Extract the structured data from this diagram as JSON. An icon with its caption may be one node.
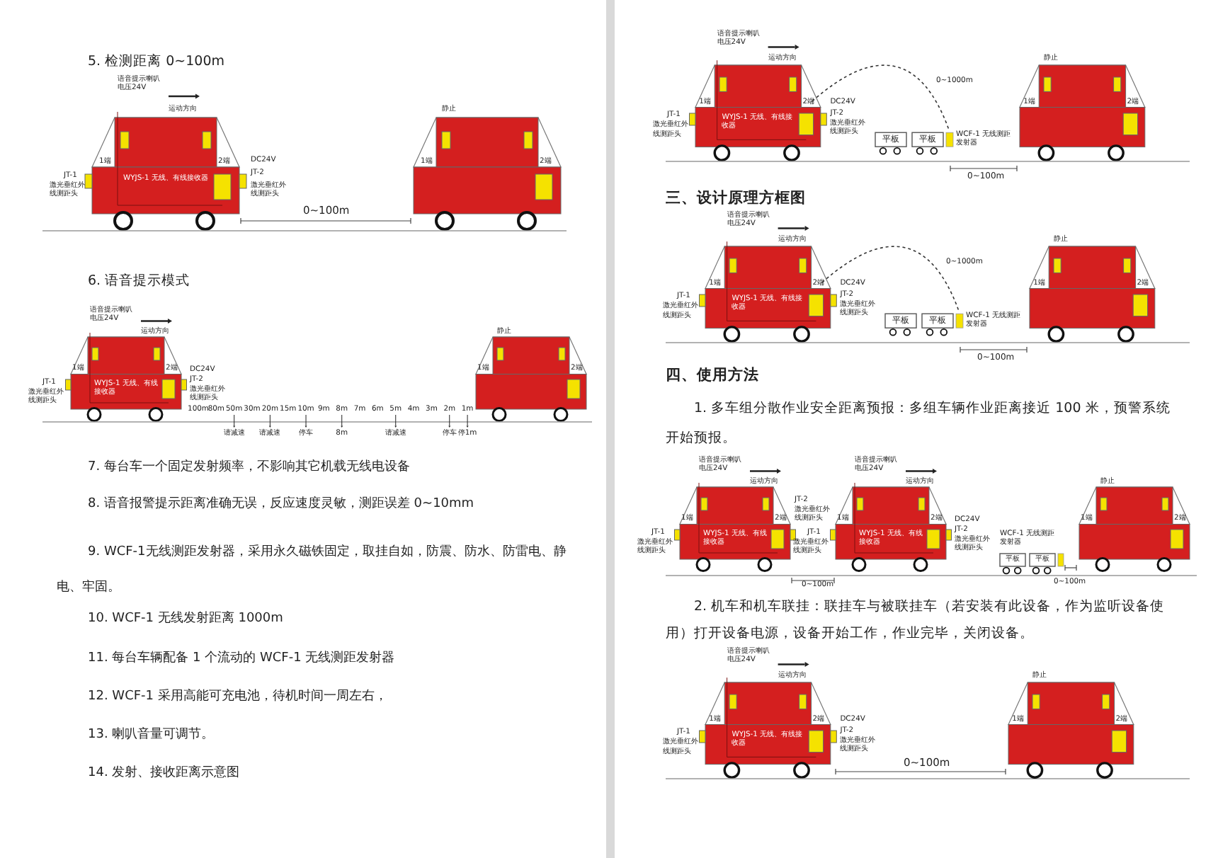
{
  "diagram": {
    "labels": [
      "5. 检测距离 0~100m",
      "语音提示喇叭电压24V",
      "运动方向",
      "1端",
      "2端",
      "JT-1",
      "激光垂红外线测距头",
      "WYJS-1 无线、有线接收器",
      "DC24V",
      "JT-2",
      "激光垂红外线测距头",
      "静止",
      "1端",
      "2端",
      "0~100m",
      "6. 语音提示模式",
      "语音提示喇叭电压24V",
      "运动方向",
      "1端",
      "2端",
      "JT-1",
      "激光垂红外线测距头",
      "WYJS-1 无线、有线接收器",
      "DC24V",
      "JT-2",
      "激光垂红外线测距头",
      "静止",
      "1端",
      "2端",
      "100m",
      "80m",
      "50m",
      "30m",
      "20m",
      "15m",
      "10m",
      "9m",
      "8m",
      "7m",
      "6m",
      "5m",
      "4m",
      "3m",
      "2m",
      "1m",
      "请减速",
      "请减速",
      "停车",
      "8m",
      "请减速",
      "停车",
      "停1m",
      "7. 每台车一个固定发射频率，不影响其它机载无线电设备",
      "8. 语音报警提示距离准确无误，反应速度灵敏，测距误差 0~10mm",
      "9.  WCF-1无线测距发射器，采用永久磁铁固定，取挂自如，防震、防水、防雷电、静电、牢固。",
      "10.  WCF-1 无线发射距离 1000m",
      "11. 每台车辆配备 1 个流动的 WCF-1 无线测距发射器",
      "12.  WCF-1 采用高能可充电池，待机时间一周左右，",
      "13.  喇叭音量可调节。",
      "14. 发射、接收距离示意图",
      "语音提示喇叭电压24V",
      "运动方向",
      "1端",
      "2端",
      "JT-1",
      "激光垂红外线测距头",
      "WYJS-1 无线、有线接收器",
      "DC24V",
      "JT-2",
      "激光垂红外线测距头",
      "0~1000m",
      "平板",
      "平板",
      "WCF-1 无线测距发射器",
      "0~100m",
      "静止",
      "1端",
      "2端",
      "三、设计原理方框图",
      "语音提示喇叭电压24V",
      "运动方向",
      "1端",
      "2端",
      "JT-1",
      "激光垂红外线测距头",
      "WYJS-1 无线、有线接收器",
      "DC24V",
      "JT-2",
      "激光垂红外线测距头",
      "0~1000m",
      "平板",
      "平板",
      "WCF-1 无线测距发射器",
      "0~100m",
      "静止",
      "1端",
      "2端",
      "四、使用方法",
      "1. 多车组分散作业安全距离预报：多组车辆作业距离接近 100 米，预警系统开始预报。",
      "语音提示喇叭电压24V",
      "运动方向",
      "1端",
      "2端",
      "JT-1",
      "激光垂红外线测距头",
      "WYJS-1 无线、有线接收器",
      "JT-2",
      "激光垂红外线测距头",
      "0~100m",
      "语音提示喇叭电压24V",
      "运动方向",
      "1端",
      "2端",
      "JT-1",
      "激光垂红外线测距头",
      "WYJS-1 无线、有线接收器",
      "DC24V",
      "JT-2",
      "激光垂红外线测距头",
      "平板",
      "平板",
      "WCF-1 无线测距发射器",
      "0~100m",
      "静止",
      "1端",
      "2端",
      "2. 机车和机车联挂：联挂车与被联挂车（若安装有此设备，作为监听设备使用）打开设备电源，设备开始工作，作业完毕，关闭设备。",
      "语音提示喇叭电压24V",
      "运动方向",
      "1端",
      "2端",
      "JT-1",
      "激光垂红外线测距头",
      "WYJS-1 无线、有线接收器",
      "DC24V",
      "JT-2",
      "激光垂红外线测距头",
      "0~100m",
      "静止",
      "1端",
      "2端"
    ]
  }
}
